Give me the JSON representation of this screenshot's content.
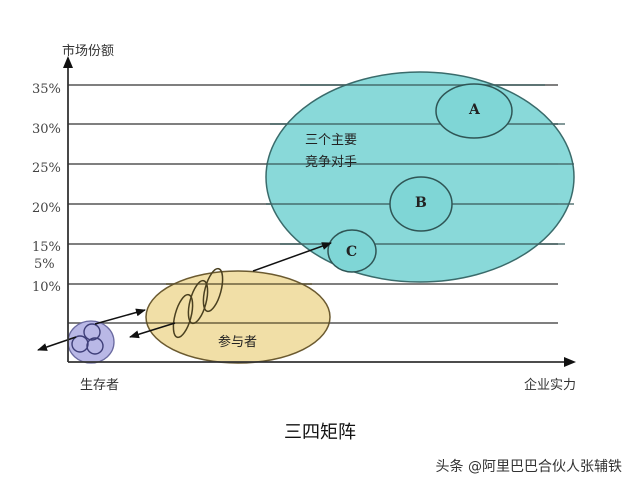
{
  "diagram": {
    "title": "三四矩阵",
    "y_axis_title": "市场份额",
    "x_axis_title": "企业实力",
    "origin_label": "生存者",
    "y_tick_labels": [
      "35%",
      "30%",
      "25%",
      "20%",
      "15%",
      "5%",
      "10%"
    ],
    "groups": {
      "leaders": {
        "label_line1": "三个主要",
        "label_line2": "竞争对手",
        "color": "#7fd6d6"
      },
      "participants": {
        "label": "参与者",
        "color": "#f0dca0"
      },
      "survivors": {
        "color": "#b9b8e6"
      }
    },
    "competitors": [
      "A",
      "B",
      "C"
    ]
  },
  "watermark": "头条 @阿里巴巴合伙人张辅铁",
  "colors": {
    "line": "#555555",
    "teal": "#7fd6d6",
    "yellow": "#f0dca0",
    "lavender": "#b9b8e6"
  }
}
